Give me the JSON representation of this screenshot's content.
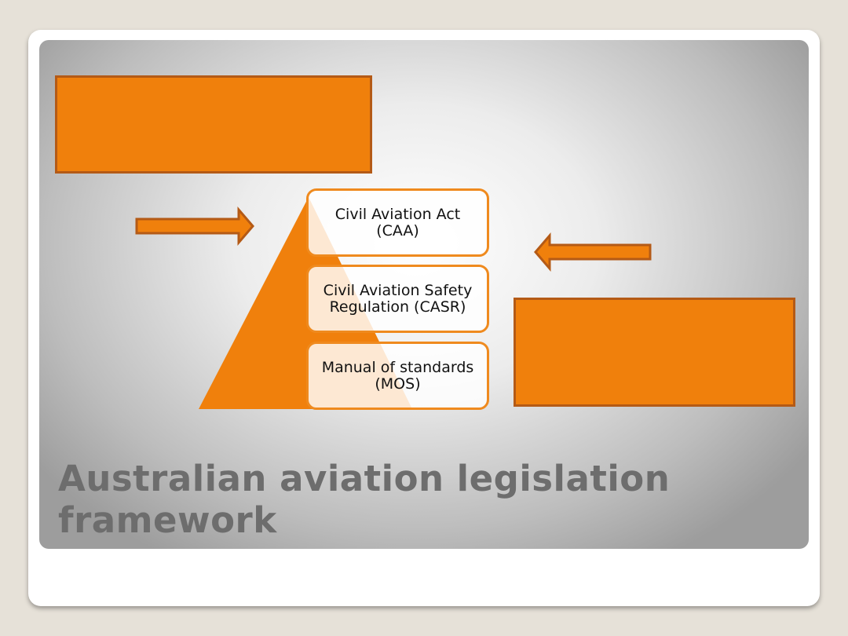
{
  "slide": {
    "title_line1": "Australian aviation legislation",
    "title_line2": "framework"
  },
  "hierarchy": [
    {
      "line1": "Civil Aviation Act",
      "line2": "(CAA)"
    },
    {
      "line1": "Civil Aviation Safety",
      "line2": "Regulation (CASR)"
    },
    {
      "line1": "Manual of standards",
      "line2": "(MOS)"
    }
  ],
  "colors": {
    "accent": "#f0800c",
    "accent_border": "#b45a16",
    "title": "#6d6d6d"
  },
  "icons": [
    "right-arrow-icon",
    "left-arrow-icon"
  ]
}
